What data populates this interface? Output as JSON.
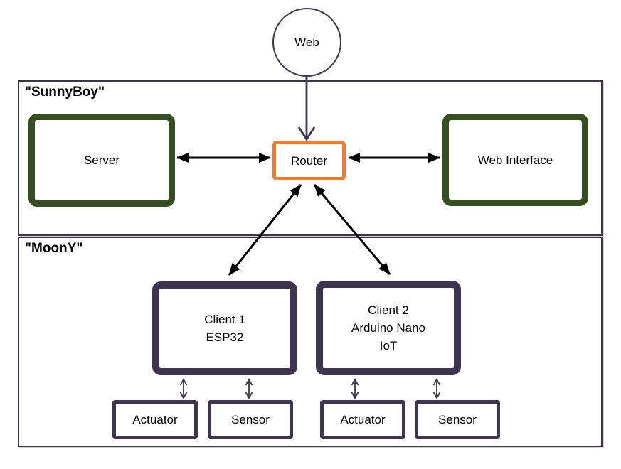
{
  "colors": {
    "purple": "#3e3450",
    "green": "#364f21",
    "orange": "#ed7d31",
    "arrow": "#000000"
  },
  "web_node": {
    "label": "Web"
  },
  "sunnyboy": {
    "label": "\"SunnyBoy\"",
    "server": {
      "label": "Server"
    },
    "router": {
      "label": "Router"
    },
    "web_interface": {
      "label": "Web Interface"
    }
  },
  "moony": {
    "label": "\"MoonY\"",
    "client1": {
      "lines": [
        "Client 1",
        "ESP32"
      ],
      "peripherals": [
        {
          "label": "Actuator"
        },
        {
          "label": "Sensor"
        }
      ]
    },
    "client2": {
      "lines": [
        "Client 2",
        "Arduino Nano",
        "IoT"
      ],
      "peripherals": [
        {
          "label": "Actuator"
        },
        {
          "label": "Sensor"
        }
      ]
    }
  }
}
